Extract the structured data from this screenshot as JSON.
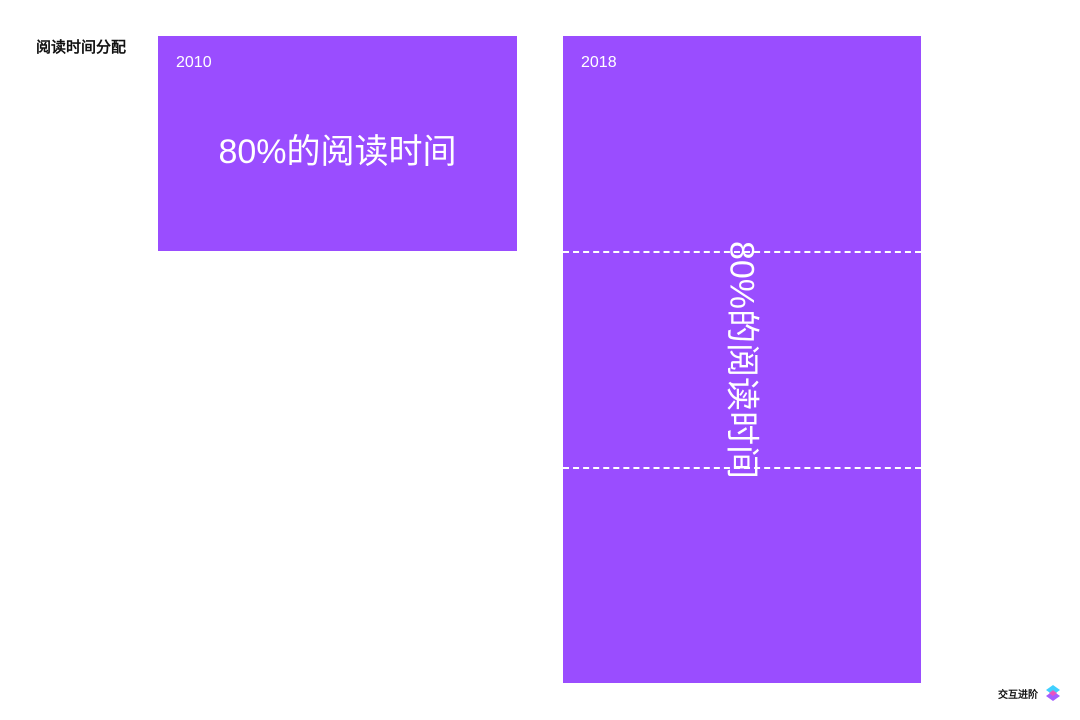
{
  "title": "阅读时间分配",
  "panels": [
    {
      "year": "2010",
      "label": "80%的阅读时间"
    },
    {
      "year": "2018",
      "label": "80%的阅读时间"
    }
  ],
  "brand": {
    "name": "交互进阶",
    "icon": "diamond-logo-icon"
  },
  "colors": {
    "accent": "#9a4dff"
  }
}
